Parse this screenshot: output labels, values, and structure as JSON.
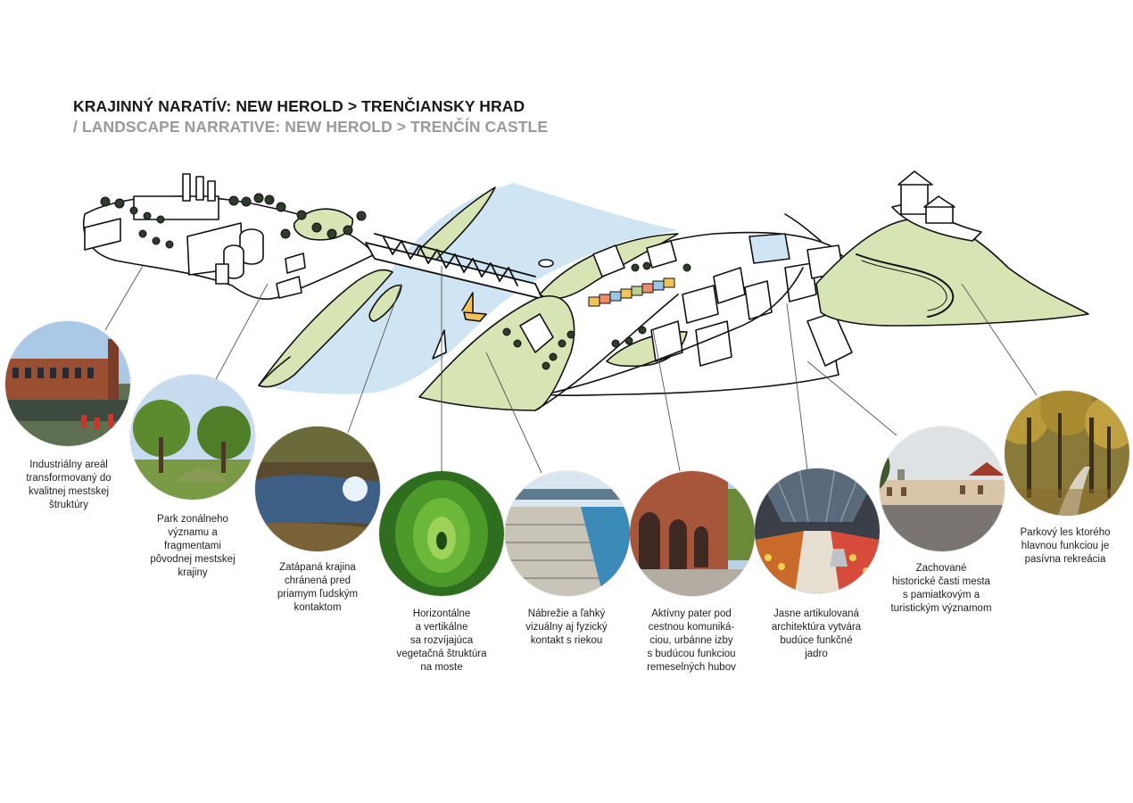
{
  "title": {
    "line1": "KRAJINNÝ NARATÍV: NEW HEROLD > TRENČIANSKY HRAD",
    "line2": "/ LANDSCAPE NARRATIVE: NEW HEROLD > TRENČÍN CASTLE"
  },
  "colors": {
    "water": "#cfe5f3",
    "green": "#d7e5b5",
    "outline": "#111111",
    "callout_line": "#555555"
  },
  "stations": [
    {
      "id": "industrial",
      "image": "industrial-brick-building-photo",
      "caption": "Industriálny areál\ntransformovaný do\nkvalitnej mestskej\nštruktúry"
    },
    {
      "id": "park",
      "image": "zonal-park-trees-photo",
      "caption": "Park zonálneho\nvýznamu a\nfragmentami\npôvodnej mestskej\nkrajiny"
    },
    {
      "id": "wetland",
      "image": "flooded-wetland-photo",
      "caption": "Zatápaná krajina\nchránená pred\npriamym ľudským\nkontaktom"
    },
    {
      "id": "green-tunnel",
      "image": "green-vegetation-tunnel-photo",
      "caption": "Horizontálne\na vertikálne\nsa rozvíjajúca\nvegetačná štruktúra\nna moste"
    },
    {
      "id": "riverfront",
      "image": "riverfront-steps-photo",
      "caption": "Nábrežie a ľahký\nvizuálny aj fyzický\nkontakt s riekou"
    },
    {
      "id": "arcade",
      "image": "brick-arcade-street-photo",
      "caption": "Aktívny pater pod\ncestnou komuniká-\nciou, urbánne izby\ns budúcou funkciou\nremeselných hubov"
    },
    {
      "id": "market-hall",
      "image": "market-hall-interior-photo",
      "caption": "Jasne artikulovaná\narchitektúra vytvára\nbudúce funkčné\njadro"
    },
    {
      "id": "historic",
      "image": "historic-town-square-photo",
      "caption": "Zachované\nhistorické časti mesta\ns pamiatkovým a\nturistickým významom"
    },
    {
      "id": "forest",
      "image": "autumn-park-forest-photo",
      "caption": "Parkový les ktorého\nhlavnou funkciou je\npasívna rekreácia"
    }
  ]
}
